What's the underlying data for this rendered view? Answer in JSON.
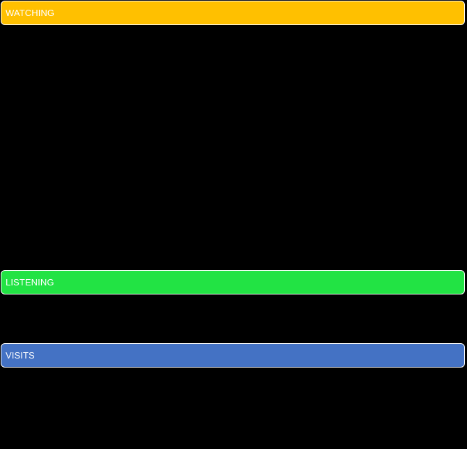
{
  "sections": [
    {
      "label": "WATCHING",
      "color": "#FFC000"
    },
    {
      "label": "LISTENING",
      "color": "#22E344"
    },
    {
      "label": "VISITS",
      "color": "#4472C4"
    }
  ]
}
